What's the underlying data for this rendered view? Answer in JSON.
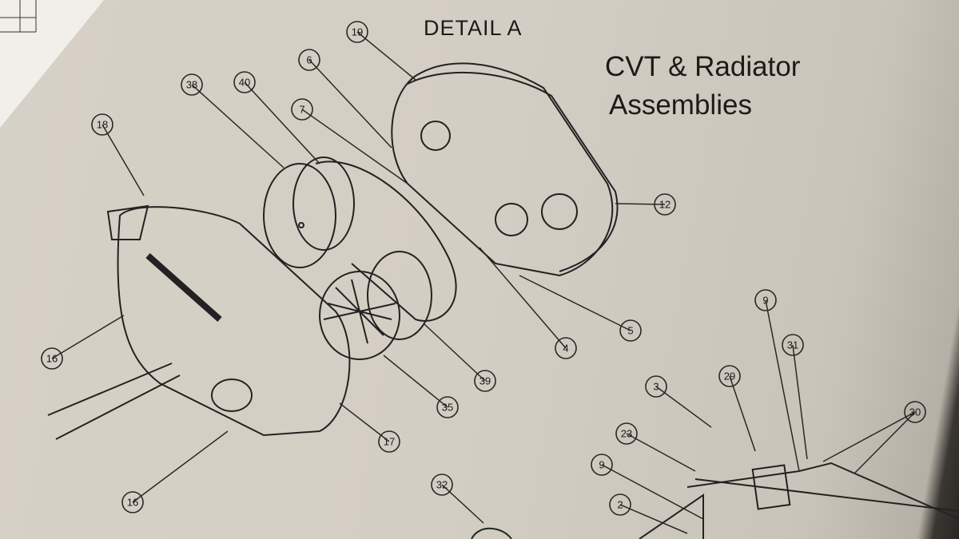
{
  "header": {
    "detail_label": "DETAIL A",
    "title_line1": "CVT & Radiator",
    "title_line2": "Assemblies"
  },
  "callouts": [
    "19",
    "6",
    "38",
    "40",
    "7",
    "18",
    "12",
    "16",
    "5",
    "4",
    "39",
    "35",
    "17",
    "16",
    "32",
    "9",
    "31",
    "29",
    "3",
    "30",
    "23",
    "9",
    "2"
  ]
}
